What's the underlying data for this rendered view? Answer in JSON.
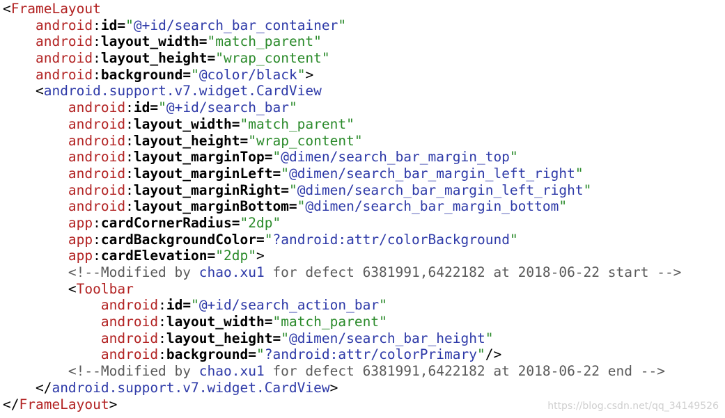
{
  "code": {
    "lines": [
      {
        "indent": "",
        "parts": [
          [
            "punct",
            "<"
          ],
          [
            "tag",
            "FrameLayout"
          ]
        ]
      },
      {
        "indent": "    ",
        "parts": [
          [
            "ns",
            "android"
          ],
          [
            "colon",
            ":"
          ],
          [
            "attr",
            "id"
          ],
          [
            "eq",
            "="
          ],
          [
            "val",
            "\""
          ],
          [
            "ref",
            "@+id/search_bar_container"
          ],
          [
            "val",
            "\""
          ]
        ]
      },
      {
        "indent": "    ",
        "parts": [
          [
            "ns",
            "android"
          ],
          [
            "colon",
            ":"
          ],
          [
            "attr",
            "layout_width"
          ],
          [
            "eq",
            "="
          ],
          [
            "val",
            "\"match_parent\""
          ]
        ]
      },
      {
        "indent": "    ",
        "parts": [
          [
            "ns",
            "android"
          ],
          [
            "colon",
            ":"
          ],
          [
            "attr",
            "layout_height"
          ],
          [
            "eq",
            "="
          ],
          [
            "val",
            "\"wrap_content\""
          ]
        ]
      },
      {
        "indent": "    ",
        "parts": [
          [
            "ns",
            "android"
          ],
          [
            "colon",
            ":"
          ],
          [
            "attr",
            "background"
          ],
          [
            "eq",
            "="
          ],
          [
            "val",
            "\""
          ],
          [
            "ref",
            "@color/black"
          ],
          [
            "val",
            "\""
          ],
          [
            "punct",
            ">"
          ]
        ]
      },
      {
        "indent": "    ",
        "parts": [
          [
            "punct",
            "<"
          ],
          [
            "tagblue",
            "android.support.v7.widget.CardView"
          ]
        ]
      },
      {
        "indent": "        ",
        "parts": [
          [
            "ns",
            "android"
          ],
          [
            "colon",
            ":"
          ],
          [
            "attr",
            "id"
          ],
          [
            "eq",
            "="
          ],
          [
            "val",
            "\""
          ],
          [
            "ref",
            "@+id/search_bar"
          ],
          [
            "val",
            "\""
          ]
        ]
      },
      {
        "indent": "        ",
        "parts": [
          [
            "ns",
            "android"
          ],
          [
            "colon",
            ":"
          ],
          [
            "attr",
            "layout_width"
          ],
          [
            "eq",
            "="
          ],
          [
            "val",
            "\"match_parent\""
          ]
        ]
      },
      {
        "indent": "        ",
        "parts": [
          [
            "ns",
            "android"
          ],
          [
            "colon",
            ":"
          ],
          [
            "attr",
            "layout_height"
          ],
          [
            "eq",
            "="
          ],
          [
            "val",
            "\"wrap_content\""
          ]
        ]
      },
      {
        "indent": "        ",
        "parts": [
          [
            "ns",
            "android"
          ],
          [
            "colon",
            ":"
          ],
          [
            "attr",
            "layout_marginTop"
          ],
          [
            "eq",
            "="
          ],
          [
            "val",
            "\""
          ],
          [
            "ref",
            "@dimen/search_bar_margin_top"
          ],
          [
            "val",
            "\""
          ]
        ]
      },
      {
        "indent": "        ",
        "parts": [
          [
            "ns",
            "android"
          ],
          [
            "colon",
            ":"
          ],
          [
            "attr",
            "layout_marginLeft"
          ],
          [
            "eq",
            "="
          ],
          [
            "val",
            "\""
          ],
          [
            "ref",
            "@dimen/search_bar_margin_left_right"
          ],
          [
            "val",
            "\""
          ]
        ]
      },
      {
        "indent": "        ",
        "parts": [
          [
            "ns",
            "android"
          ],
          [
            "colon",
            ":"
          ],
          [
            "attr",
            "layout_marginRight"
          ],
          [
            "eq",
            "="
          ],
          [
            "val",
            "\""
          ],
          [
            "ref",
            "@dimen/search_bar_margin_left_right"
          ],
          [
            "val",
            "\""
          ]
        ]
      },
      {
        "indent": "        ",
        "parts": [
          [
            "ns",
            "android"
          ],
          [
            "colon",
            ":"
          ],
          [
            "attr",
            "layout_marginBottom"
          ],
          [
            "eq",
            "="
          ],
          [
            "val",
            "\""
          ],
          [
            "ref",
            "@dimen/search_bar_margin_bottom"
          ],
          [
            "val",
            "\""
          ]
        ]
      },
      {
        "indent": "        ",
        "parts": [
          [
            "ns",
            "app"
          ],
          [
            "colon",
            ":"
          ],
          [
            "attr",
            "cardCornerRadius"
          ],
          [
            "eq",
            "="
          ],
          [
            "val",
            "\"2dp\""
          ]
        ]
      },
      {
        "indent": "        ",
        "parts": [
          [
            "ns",
            "app"
          ],
          [
            "colon",
            ":"
          ],
          [
            "attr",
            "cardBackgroundColor"
          ],
          [
            "eq",
            "="
          ],
          [
            "val",
            "\""
          ],
          [
            "ref",
            "?android:attr/colorBackground"
          ],
          [
            "val",
            "\""
          ]
        ]
      },
      {
        "indent": "        ",
        "parts": [
          [
            "ns",
            "app"
          ],
          [
            "colon",
            ":"
          ],
          [
            "attr",
            "cardElevation"
          ],
          [
            "eq",
            "="
          ],
          [
            "val",
            "\"2dp\""
          ],
          [
            "punct",
            ">"
          ]
        ]
      },
      {
        "indent": "        ",
        "parts": [
          [
            "comment",
            "<!--Modified by "
          ],
          [
            "cname",
            "chao.xu1"
          ],
          [
            "comment",
            " for defect 6381991,6422182 at 2018-06-22 start -->"
          ]
        ]
      },
      {
        "indent": "        ",
        "parts": [
          [
            "punct",
            "<"
          ],
          [
            "tag",
            "Toolbar"
          ]
        ]
      },
      {
        "indent": "            ",
        "parts": [
          [
            "ns",
            "android"
          ],
          [
            "colon",
            ":"
          ],
          [
            "attr",
            "id"
          ],
          [
            "eq",
            "="
          ],
          [
            "val",
            "\""
          ],
          [
            "ref",
            "@+id/search_action_bar"
          ],
          [
            "val",
            "\""
          ]
        ]
      },
      {
        "indent": "            ",
        "parts": [
          [
            "ns",
            "android"
          ],
          [
            "colon",
            ":"
          ],
          [
            "attr",
            "layout_width"
          ],
          [
            "eq",
            "="
          ],
          [
            "val",
            "\"match_parent\""
          ]
        ]
      },
      {
        "indent": "            ",
        "parts": [
          [
            "ns",
            "android"
          ],
          [
            "colon",
            ":"
          ],
          [
            "attr",
            "layout_height"
          ],
          [
            "eq",
            "="
          ],
          [
            "val",
            "\""
          ],
          [
            "ref",
            "@dimen/search_bar_height"
          ],
          [
            "val",
            "\""
          ]
        ]
      },
      {
        "indent": "            ",
        "parts": [
          [
            "ns",
            "android"
          ],
          [
            "colon",
            ":"
          ],
          [
            "attr",
            "background"
          ],
          [
            "eq",
            "="
          ],
          [
            "val",
            "\""
          ],
          [
            "ref",
            "?android:attr/colorPrimary"
          ],
          [
            "val",
            "\""
          ],
          [
            "punct",
            "/>"
          ]
        ]
      },
      {
        "indent": "        ",
        "parts": [
          [
            "comment",
            "<!--Modified by "
          ],
          [
            "cname",
            "chao.xu1"
          ],
          [
            "comment",
            " for defect 6381991,6422182 at 2018-06-22 end -->"
          ]
        ]
      },
      {
        "indent": "    ",
        "parts": [
          [
            "punct",
            "</"
          ],
          [
            "tagblue",
            "android.support.v7.widget.CardView"
          ],
          [
            "punct",
            ">"
          ]
        ]
      },
      {
        "indent": "",
        "parts": [
          [
            "punct",
            "</"
          ],
          [
            "tag",
            "FrameLayout"
          ],
          [
            "punct",
            ">"
          ]
        ]
      }
    ]
  },
  "watermark": "https://blog.csdn.net/qq_34149526"
}
